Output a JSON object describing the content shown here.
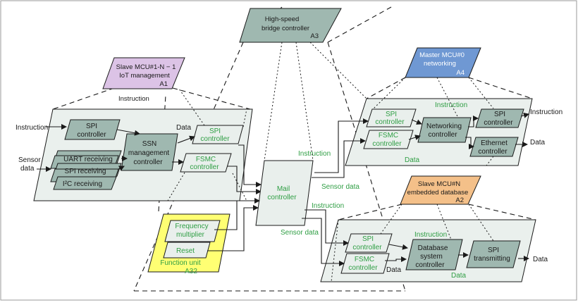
{
  "labels": {
    "bridge": {
      "line1": "High-speed",
      "line2": "bridge controller",
      "tag": "A3"
    },
    "iot": {
      "line1": "Slave MCU#1-N − 1",
      "line2": "IoT management",
      "tag": "A1"
    },
    "master": {
      "line1": "Master MCU#0",
      "line2": "networking",
      "tag": "A4"
    },
    "slave_db": {
      "line1": "Slave MCU#N",
      "line2": "embedded database",
      "tag": "A2"
    },
    "instruction_above_left": "Instruction",
    "left": {
      "instruction_in": "Instruction",
      "sensor_in_1": "Sensor",
      "sensor_in_2": "data",
      "spi_ctrl_1": "SPI",
      "spi_ctrl_2": "controller",
      "uart": "UART receiving",
      "spi_recv": "SPI receiving",
      "i2c": "I²C receiving",
      "ssn_1": "SSN",
      "ssn_2": "management",
      "ssn_3": "controller",
      "data": "Data",
      "spi2_1": "SPI",
      "spi2_2": "controller",
      "fsmc_1": "FSMC",
      "fsmc_2": "controller"
    },
    "mail": {
      "line1": "Mail",
      "line2": "controller"
    },
    "function_unit": {
      "freq_1": "Frequency",
      "freq_2": "multiplier",
      "reset": "Reset",
      "name": "Function unit",
      "tag": "A32"
    },
    "net": {
      "instruction_top": "Instruction",
      "instruction_out": "Instruction",
      "data_out": "Data",
      "data_inner": "Data",
      "spi_1": "SPI",
      "spi_2": "controller",
      "fsmc_1": "FSMC",
      "fsmc_2": "controller",
      "nw_1": "Networking",
      "nw_2": "controller",
      "spi3_1": "SPI",
      "spi3_2": "controller",
      "eth_1": "Ethernet",
      "eth_2": "controller"
    },
    "mid": {
      "instruction_1": "Instruction",
      "sensor_1": "Sensor data",
      "instruction_2": "Instruction",
      "sensor_2": "Sensor data"
    },
    "db": {
      "instruction": "Instruction",
      "data_left": "Data",
      "data_mid": "Data",
      "data_out": "Data",
      "spi_1": "SPI",
      "spi_2": "controller",
      "fsmc_1": "FSMC",
      "fsmc_2": "controller",
      "dbs_1": "Database",
      "dbs_2": "system",
      "dbs_3": "controller",
      "spit_1": "SPI",
      "spit_2": "transmitting"
    }
  },
  "colors": {
    "iot_box": "#dcc3e6",
    "master_box": "#6f98d3",
    "slave_db_box": "#f4c089",
    "function_unit_box": "#ffff73",
    "component_box": "#9fb8b0",
    "plane": "#eaf0ed",
    "green_text": "#2f9e44"
  }
}
